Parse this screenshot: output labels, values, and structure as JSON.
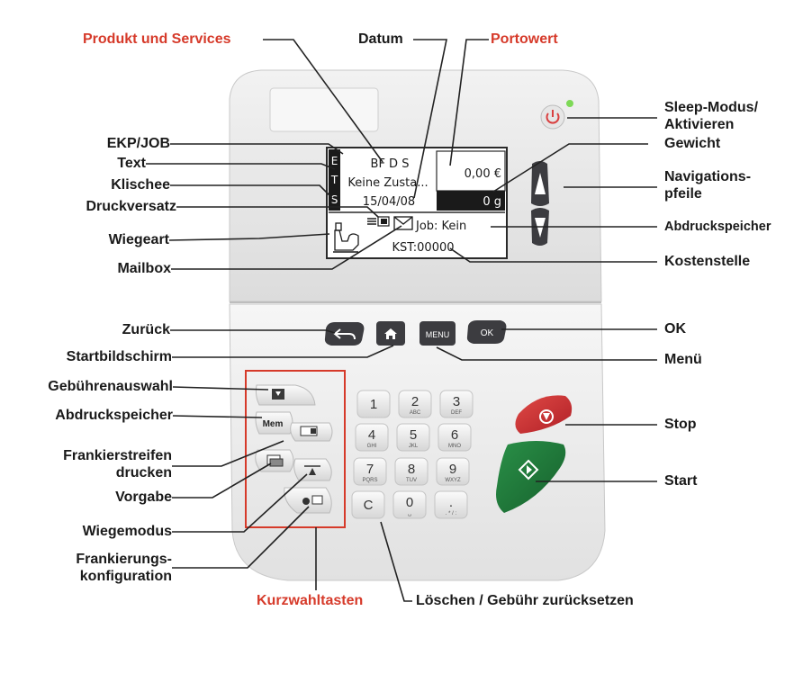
{
  "labels": {
    "produkt_services": "Produkt und Services",
    "datum": "Datum",
    "portowert": "Portowert",
    "sleep_line1": "Sleep-Modus/",
    "sleep_line2": "Aktivieren",
    "ekp_job": "EKP/JOB",
    "gewicht": "Gewicht",
    "text": "Text",
    "navigation_line1": "Navigations-",
    "navigation_line2": "pfeile",
    "klischee": "Klischee",
    "druckversatz": "Druckversatz",
    "abdruckspeicher_right": "Abdruckspeicher",
    "wiegeart": "Wiegeart",
    "kostenstelle": "Kostenstelle",
    "mailbox": "Mailbox",
    "zurueck": "Zurück",
    "ok_label": "OK",
    "startbildschirm": "Startbildschirm",
    "menue": "Menü",
    "gebuehrenauswahl": "Gebührenauswahl",
    "abdruckspeicher_left": "Abdruckspeicher",
    "stop": "Stop",
    "frankierstreifen_line1": "Frankierstreifen",
    "frankierstreifen_line2": "drucken",
    "start": "Start",
    "vorgabe": "Vorgabe",
    "wiegemodus": "Wiegemodus",
    "frankierung_line1": "Frankierungs-",
    "frankierung_line2": "konfiguration",
    "kurzwahltasten": "Kurzwahltasten",
    "loeschen": "Löschen / Gebühr zurücksetzen"
  },
  "display": {
    "side_letters": [
      "E",
      "T",
      "S"
    ],
    "line_product": "BF D S",
    "line_text": "Keine Zusta...",
    "line_date": "15/04/08",
    "postage_value": "0,00 €",
    "weight_value": "0 g",
    "job_text": "Job: Kein",
    "cost_center": "KST:00000"
  },
  "buttons": {
    "menu": "MENU",
    "ok": "OK"
  },
  "keypad": [
    {
      "digit": "1",
      "letters": ""
    },
    {
      "digit": "2",
      "letters": "ABC"
    },
    {
      "digit": "3",
      "letters": "DEF"
    },
    {
      "digit": "4",
      "letters": "GHI"
    },
    {
      "digit": "5",
      "letters": "JKL"
    },
    {
      "digit": "6",
      "letters": "MNO"
    },
    {
      "digit": "7",
      "letters": "PQRS"
    },
    {
      "digit": "8",
      "letters": "TUV"
    },
    {
      "digit": "9",
      "letters": "WXYZ"
    },
    {
      "digit": "C",
      "letters": ""
    },
    {
      "digit": "0",
      "letters": "␣"
    },
    {
      "digit": ".",
      "letters": ". * / :"
    }
  ],
  "shortcut_mem_label": "Mem",
  "colors": {
    "label_red": "#d63a2a",
    "stop_red": "#c8282e",
    "start_green": "#1f7a3a",
    "power_red": "#d94040",
    "led_green": "#7ed957",
    "key_dark": "#3c3c40"
  },
  "icons": {
    "power": "power-icon",
    "home": "home-icon",
    "back": "back-arrow-icon",
    "stop": "stop-icon",
    "start": "start-icon",
    "mailbox": "envelope-icon",
    "weighing": "scale-icon"
  }
}
